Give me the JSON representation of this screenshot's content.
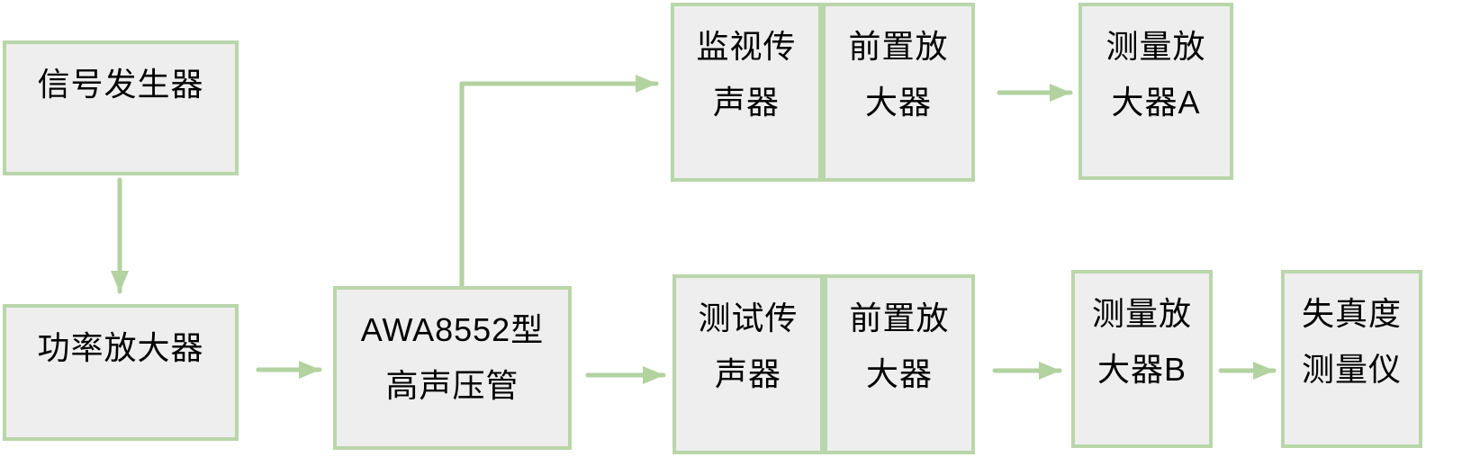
{
  "colors": {
    "background": "#ffffff",
    "box_fill": "#eeeeee",
    "box_border": "#b9d6aa",
    "arrow": "#b2d2a0",
    "text": "#000000"
  },
  "diagram": {
    "type": "flowchart",
    "nodes": {
      "signal_generator": {
        "label": "信号发生器",
        "lines": [
          "信号发生器"
        ]
      },
      "power_amplifier": {
        "label": "功率放大器",
        "lines": [
          "功率放大器"
        ]
      },
      "awa_tube": {
        "label": "AWA8552型高声压管",
        "lines": [
          "AWA8552型",
          "高声压管"
        ]
      },
      "monitor_mic": {
        "label": "监视传声器",
        "lines": [
          "监视传",
          "声器"
        ]
      },
      "preamp_top": {
        "label": "前置放大器",
        "lines": [
          "前置放",
          "大器"
        ]
      },
      "meas_amp_a": {
        "label": "测量放大器A",
        "lines": [
          "测量放",
          "大器A"
        ]
      },
      "test_mic": {
        "label": "测试传声器",
        "lines": [
          "测试传",
          "声器"
        ]
      },
      "preamp_bottom": {
        "label": "前置放大器",
        "lines": [
          "前置放",
          "大器"
        ]
      },
      "meas_amp_b": {
        "label": "测量放大器B",
        "lines": [
          "测量放",
          "大器B"
        ]
      },
      "distortion_meter": {
        "label": "失真度测量仪",
        "lines": [
          "失真度",
          "测量仪"
        ]
      }
    },
    "edges": [
      {
        "from": "signal_generator",
        "to": "power_amplifier"
      },
      {
        "from": "power_amplifier",
        "to": "awa_tube"
      },
      {
        "from": "awa_tube",
        "to": "monitor_mic"
      },
      {
        "from": "awa_tube",
        "to": "test_mic"
      },
      {
        "from": "preamp_top",
        "to": "meas_amp_a"
      },
      {
        "from": "preamp_bottom",
        "to": "meas_amp_b"
      },
      {
        "from": "meas_amp_b",
        "to": "distortion_meter"
      }
    ]
  }
}
